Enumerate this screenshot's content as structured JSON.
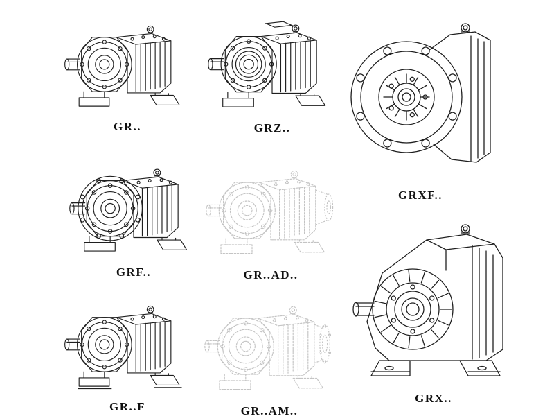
{
  "page": {
    "title": "Helical gear reducer series catalog sheet",
    "background_color": "#ffffff",
    "line_color": "#1f1f1f",
    "faint_line_color": "#c3c3c3",
    "label_color": "#101010"
  },
  "items": [
    {
      "label": "GR..",
      "drawing": "foot-mounted-helical-gearbox",
      "style": "solid"
    },
    {
      "label": "GRZ..",
      "drawing": "foot-mounted-helical-gearbox-large",
      "style": "solid"
    },
    {
      "label": "GRXF..",
      "drawing": "flange-mounted-gearbox-front-view",
      "style": "solid"
    },
    {
      "label": "GRF..",
      "drawing": "flange-foot-helical-gearbox",
      "style": "solid"
    },
    {
      "label": "GR..AD..",
      "drawing": "helical-gearbox-with-input-adapter",
      "style": "faint"
    },
    {
      "label": "GR..F",
      "drawing": "foot-mounted-helical-gearbox",
      "style": "solid"
    },
    {
      "label": "GR..AM..",
      "drawing": "helical-gearbox-with-motor-flange-adapter",
      "style": "faint"
    },
    {
      "label": "GRX..",
      "drawing": "large-foot-mounted-helical-gearbox",
      "style": "solid"
    }
  ]
}
